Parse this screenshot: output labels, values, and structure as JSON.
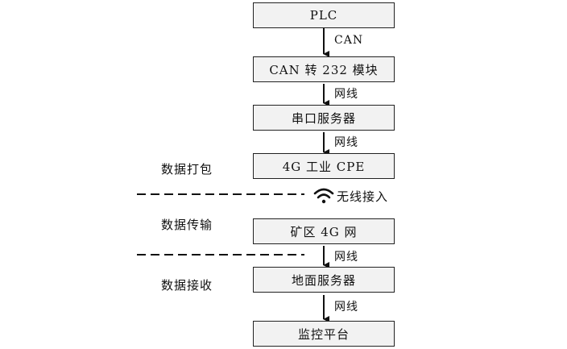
{
  "boxes": {
    "plc": "PLC",
    "can232": "CAN 转 232 模块",
    "serial": "串口服务器",
    "cpe": "4G 工业 CPE",
    "mine4g": "矿区 4G 网",
    "ground": "地面服务器",
    "monitor": "监控平台"
  },
  "connectors": {
    "can": "CAN",
    "net1": "网线",
    "net2": "网线",
    "wireless": "无线接入",
    "net3": "网线",
    "net4": "网线"
  },
  "stages": {
    "pack": "数据打包",
    "transfer": "数据传输",
    "receive": "数据接收"
  }
}
